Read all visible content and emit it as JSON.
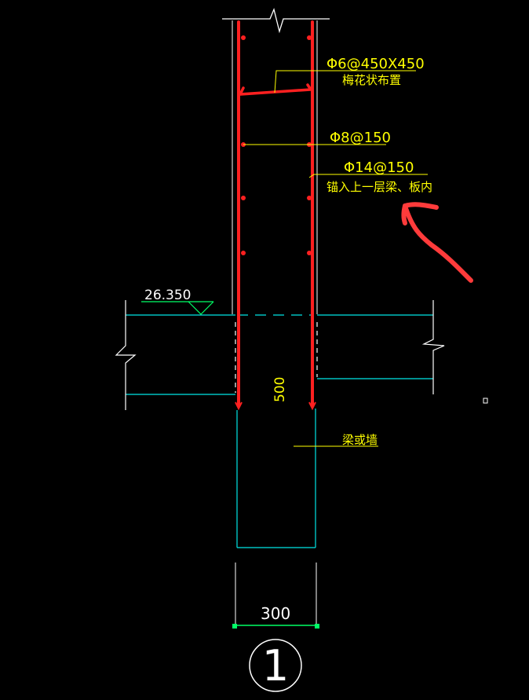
{
  "labels": {
    "ties_corner": "Φ6@450X450",
    "ties_corner_note": "梅花状布置",
    "stirrup": "Φ8@150",
    "vertical_bar": "Φ14@150",
    "vertical_bar_note": "锚入上一层梁、板内",
    "elevation": "26.350",
    "anchor_length": "500",
    "beam_or_wall": "梁或墙",
    "width_dim": "300",
    "detail_number": "1"
  },
  "colors": {
    "background": "#000000",
    "rebar": "#ff2020",
    "leader": "#ffff00",
    "outline": "#00e5e5",
    "break_line": "#ffffff",
    "dimension": "#00ff66",
    "markup_arrow": "#ff3b3b"
  }
}
